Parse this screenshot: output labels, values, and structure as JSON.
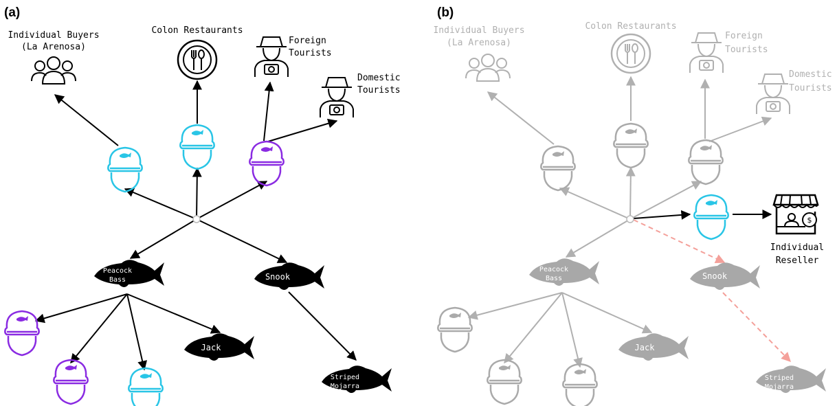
{
  "panel_a": {
    "label": "(a)",
    "consumers": {
      "individual_buyers": [
        "Individual Buyers",
        "(La Arenosa)"
      ],
      "colon_restaurants": [
        "Colon Restaurants"
      ],
      "foreign_tourists": [
        "Foreign",
        "Tourists"
      ],
      "domestic_tourists": [
        "Domestic",
        "Tourists"
      ]
    },
    "fish": {
      "peacock_bass": [
        "Peacock",
        "Bass"
      ],
      "snook": [
        "Snook"
      ],
      "jack": [
        "Jack"
      ],
      "striped_mojarra": [
        "Striped",
        "Mojarra"
      ]
    }
  },
  "panel_b": {
    "label": "(b)",
    "consumers": {
      "individual_buyers": [
        "Individual Buyers",
        "(La Arenosa)"
      ],
      "colon_restaurants": [
        "Colon Restaurants"
      ],
      "foreign_tourists": [
        "Foreign",
        "Tourists"
      ],
      "domestic_tourists": [
        "Domestic",
        "Tourists"
      ]
    },
    "fish": {
      "peacock_bass": [
        "Peacock",
        "Bass"
      ],
      "snook": [
        "Snook"
      ],
      "jack": [
        "Jack"
      ],
      "striped_mojarra": [
        "Striped",
        "Mojarra"
      ]
    },
    "reseller": [
      "Individual",
      "Reseller"
    ]
  },
  "colors": {
    "cyan": "#29c5e6",
    "purple": "#8a2be2",
    "black": "#000000",
    "gray": "#b0b0b0",
    "gray_dark": "#a8a8a8",
    "pink_dashed": "#f4a09a"
  },
  "icons": [
    "people-group-icon",
    "plate-cutlery-icon",
    "tourist-camera-icon",
    "fisher-cap-icon",
    "fish-silhouette-icon",
    "market-stall-icon"
  ]
}
